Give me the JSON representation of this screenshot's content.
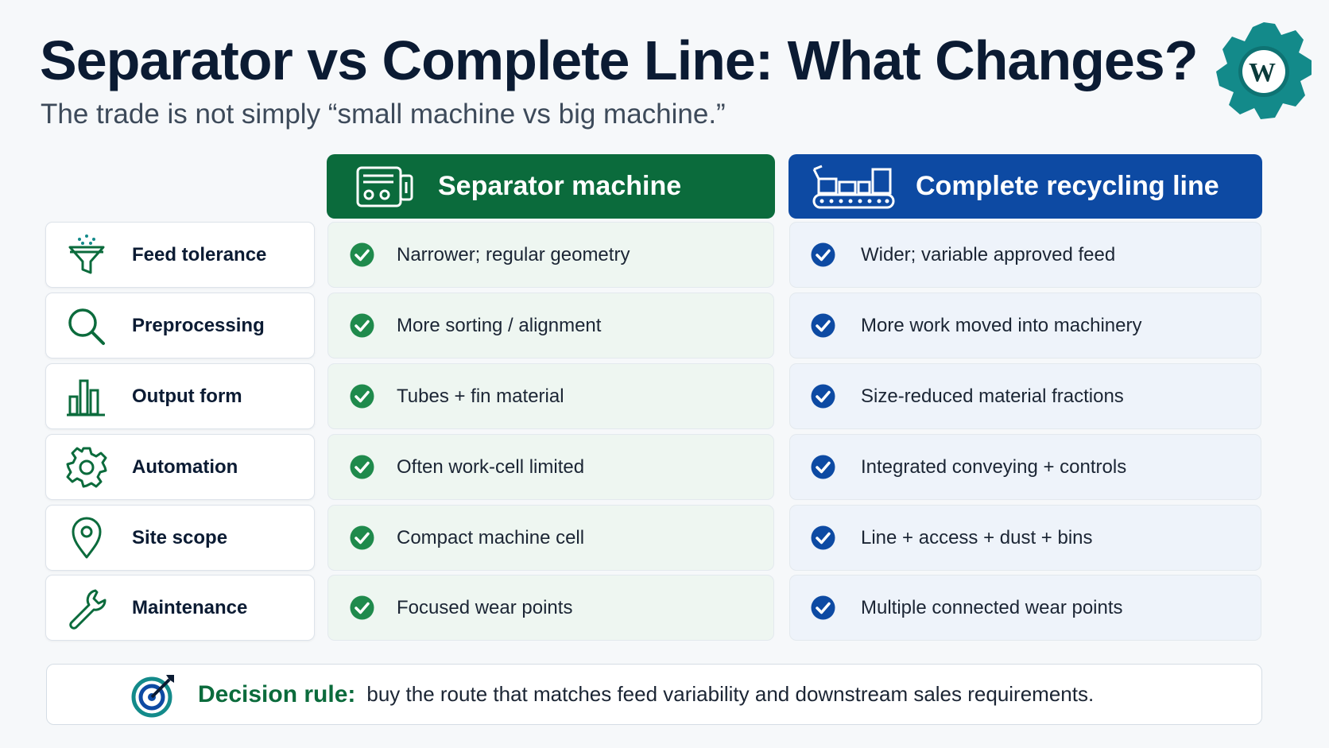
{
  "header": {
    "title": "Separator vs Complete Line: What Changes?",
    "subtitle": "The trade is not simply “small machine vs big machine.”"
  },
  "columns": {
    "separator": {
      "label": "Separator machine",
      "icon": "separator-machine-icon",
      "color": "#0b6b3c"
    },
    "line": {
      "label": "Complete recycling line",
      "icon": "conveyor-line-icon",
      "color": "#0d4aa3"
    }
  },
  "rows": [
    {
      "label": "Feed tolerance",
      "icon": "funnel-icon",
      "separator": "Narrower; regular geometry",
      "line": "Wider; variable approved feed"
    },
    {
      "label": "Preprocessing",
      "icon": "magnifier-icon",
      "separator": "More sorting / alignment",
      "line": "More work moved into machinery"
    },
    {
      "label": "Output form",
      "icon": "bar-chart-icon",
      "separator": "Tubes + fin material",
      "line": "Size-reduced material fractions"
    },
    {
      "label": "Automation",
      "icon": "gear-icon",
      "separator": "Often work-cell limited",
      "line": "Integrated conveying + controls"
    },
    {
      "label": "Site scope",
      "icon": "location-pin-icon",
      "separator": "Compact machine cell",
      "line": "Line + access + dust + bins"
    },
    {
      "label": "Maintenance",
      "icon": "wrench-icon",
      "separator": "Focused wear points",
      "line": "Multiple connected wear points"
    }
  ],
  "decision": {
    "label": "Decision rule:",
    "text": "buy the route that matches feed variability and downstream sales requirements.",
    "icon": "target-arrow-icon"
  },
  "colors": {
    "green": "#0b6b3c",
    "blue": "#0d4aa3",
    "teal": "#138a8a",
    "text_dark": "#0b1b33"
  }
}
